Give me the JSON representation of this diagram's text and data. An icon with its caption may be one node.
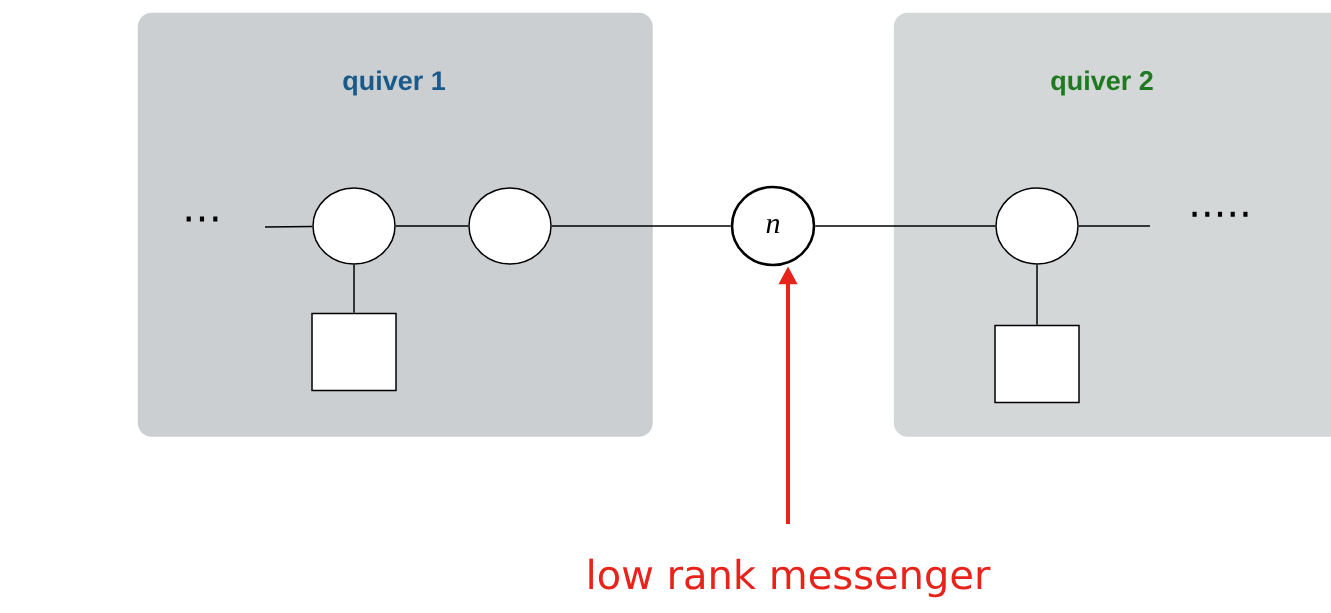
{
  "diagram": {
    "nodes": [
      {
        "text": [
          "quiver 1"
        ]
      },
      {
        "text": [],
        "shape": "circle",
        "in": 0
      },
      {
        "text": [],
        "shape": "circle",
        "in": 0
      },
      {
        "text": [],
        "shape": "box",
        "in": 0
      },
      {
        "text": [
          "n"
        ]
      },
      {
        "text": [
          "quiver 2"
        ]
      },
      {
        "text": [],
        "shape": "circle",
        "in": 5
      },
      {
        "text": [],
        "shape": "box",
        "in": 5
      },
      {
        "text": [
          "low rank messenger"
        ]
      }
    ],
    "edges": [
      {
        "from": null,
        "to": 1,
        "arrow": "none"
      },
      {
        "from": 1,
        "to": 2,
        "arrow": "none"
      },
      {
        "from": 2,
        "to": 4,
        "arrow": "none"
      },
      {
        "from": 4,
        "to": 6,
        "arrow": "none"
      },
      {
        "from": 6,
        "to": null,
        "arrow": "none"
      },
      {
        "from": 1,
        "to": 3,
        "arrow": "none"
      },
      {
        "from": 6,
        "to": 7,
        "arrow": "none"
      },
      {
        "from": 8,
        "to": 4,
        "arrow": "to",
        "style": "thick",
        "color": "#e8231a"
      }
    ],
    "labels": [
      "⋯",
      "·····"
    ]
  }
}
